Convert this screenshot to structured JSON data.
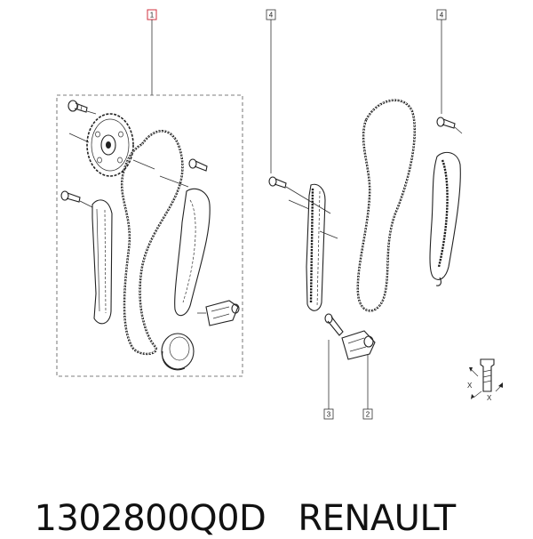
{
  "callouts": [
    {
      "id": "callout-1",
      "label": "1",
      "color": "#d0313f"
    },
    {
      "id": "callout-4-left",
      "label": "4",
      "color": "#333333"
    },
    {
      "id": "callout-4-right",
      "label": "4",
      "color": "#333333"
    },
    {
      "id": "callout-3",
      "label": "3",
      "color": "#333333"
    },
    {
      "id": "callout-2",
      "label": "2",
      "color": "#333333"
    }
  ],
  "x_markers": [
    "X",
    "X"
  ],
  "footer": {
    "part_number": "1302800Q0D",
    "brand": "RENAULT"
  },
  "icons": [
    "bolt-icon",
    "sprocket-icon",
    "chain-icon",
    "chain-guide-icon",
    "tensioner-icon",
    "bushing-icon",
    "torque-symbol-icon"
  ]
}
